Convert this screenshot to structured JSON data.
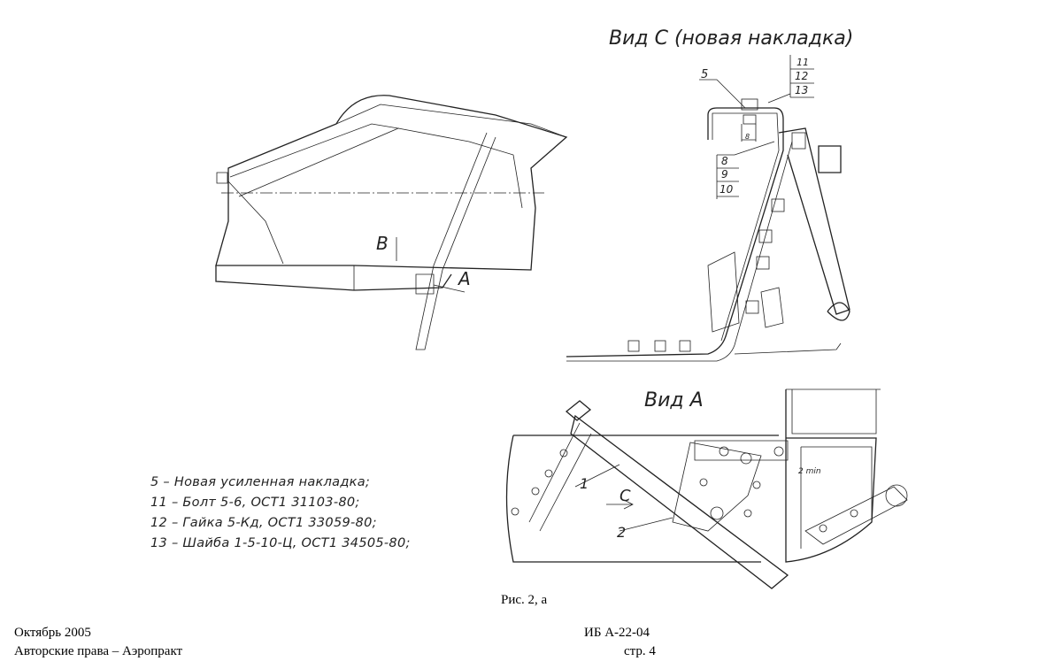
{
  "views": {
    "view_c_title": "Вид С (новая накладка)",
    "view_a_title": "Вид А",
    "marker_b": "В",
    "marker_a": "А",
    "marker_c": "С",
    "callout_5": "5",
    "callout_11": "11",
    "callout_12": "12",
    "callout_13": "13",
    "callout_8": "8",
    "callout_9": "9",
    "callout_10": "10",
    "dim_8": "8",
    "callout_1": "1",
    "callout_2": "2",
    "dim_2min": "2 min"
  },
  "legend": [
    "5 – Новая усиленная накладка;",
    "11 – Болт 5-6, ОСТ1 31103-80;",
    "12 – Гайка 5-Кд, ОСТ1 33059-80;",
    "13 – Шайба 1-5-10-Ц, ОСТ1 34505-80;"
  ],
  "caption": "Рис. 2, а",
  "footer": {
    "date": "Октябрь 2005",
    "copyright": "Авторские права – Аэропракт",
    "doc_id": "ИБ А-22-04",
    "page": "стр. 4"
  }
}
